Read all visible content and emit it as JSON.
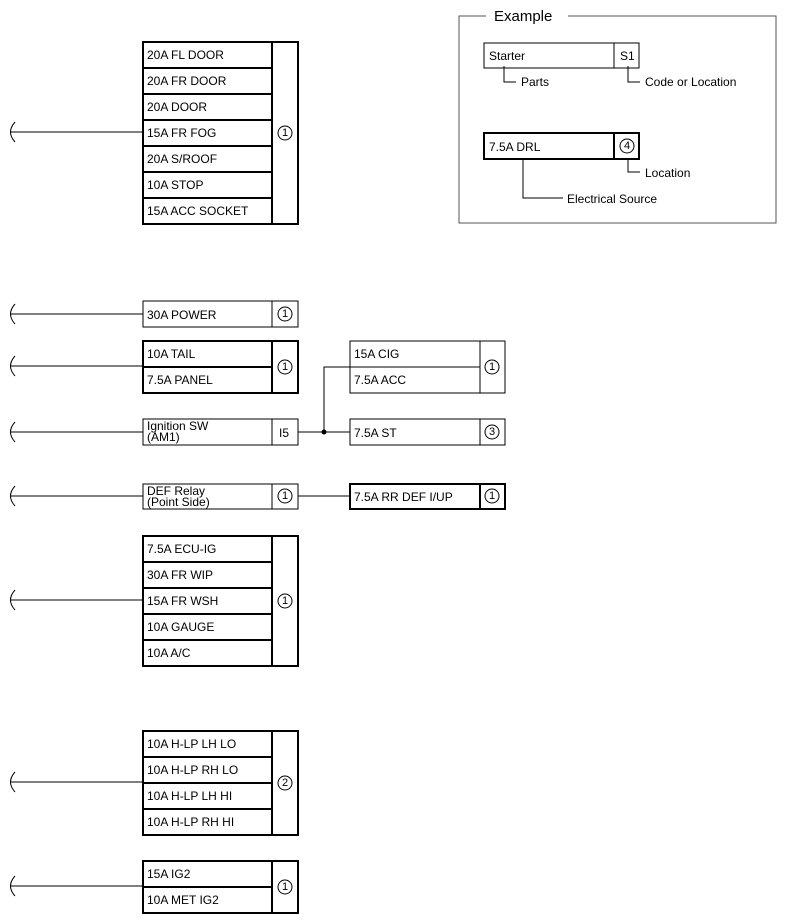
{
  "example": {
    "title": "Example",
    "parts_box": "Starter",
    "code_box": "S1",
    "parts_label": "Parts",
    "code_label": "Code or Location",
    "source_box": "7.5A DRL",
    "location_num": "4",
    "location_label": "Location",
    "source_label": "Electrical Source"
  },
  "group1": {
    "fuses": [
      "20A FL DOOR",
      "20A FR DOOR",
      "20A DOOR",
      "15A FR FOG",
      "20A S/ROOF",
      "10A STOP",
      "15A ACC SOCKET"
    ],
    "location": "1"
  },
  "power": {
    "label": "30A POWER",
    "location": "1"
  },
  "tail": {
    "fuses": [
      "10A TAIL",
      "7.5A PANEL"
    ],
    "location": "1"
  },
  "cig": {
    "fuses": [
      "15A CIG",
      "7.5A ACC"
    ],
    "location": "1"
  },
  "ignition": {
    "line1": "Ignition SW",
    "line2": "(AM1)",
    "code": "I5"
  },
  "st": {
    "label": "7.5A ST",
    "location": "3"
  },
  "def_relay": {
    "line1": "DEF Relay",
    "line2": "(Point Side)",
    "location": "1"
  },
  "rr_def": {
    "label": "7.5A RR DEF I/UP",
    "location": "1"
  },
  "ecu": {
    "fuses": [
      "7.5A ECU-IG",
      "30A FR WIP",
      "15A FR WSH",
      "10A GAUGE",
      "10A A/C"
    ],
    "location": "1"
  },
  "hlp": {
    "fuses": [
      "10A H-LP LH LO",
      "10A H-LP RH LO",
      "10A H-LP LH HI",
      "10A H-LP RH HI"
    ],
    "location": "2"
  },
  "ig2": {
    "fuses": [
      "15A IG2",
      "10A MET IG2"
    ],
    "location": "1"
  }
}
